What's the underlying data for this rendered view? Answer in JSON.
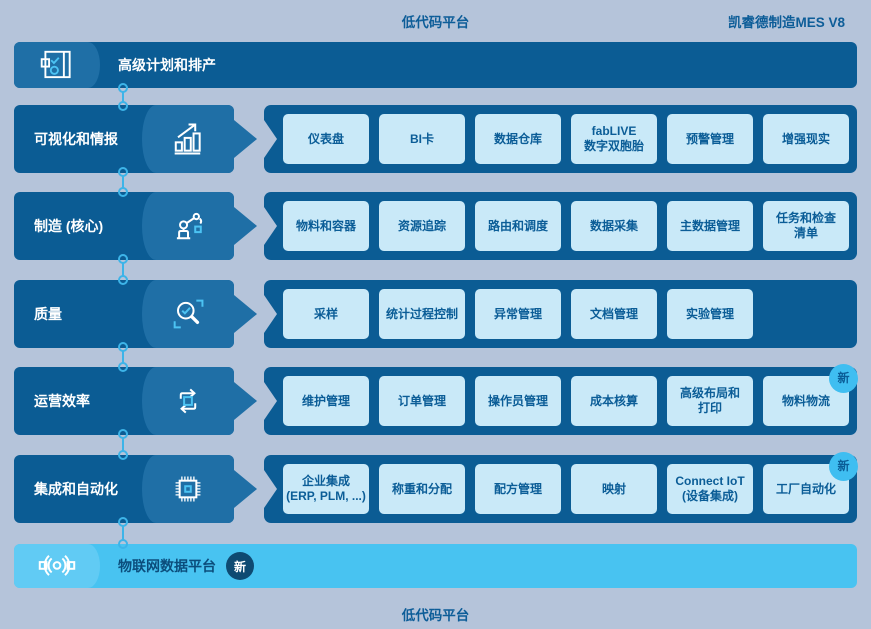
{
  "page": {
    "top_label": "低代码平台",
    "bottom_label": "低代码平台",
    "brand": "凯睿德制造MES V8"
  },
  "top_banner": {
    "title": "高级计划和排产",
    "icon": "planning-board-icon"
  },
  "bottom_banner": {
    "title": "物联网数据平台",
    "badge": "新",
    "icon": "iot-sensor-icon"
  },
  "rows": [
    {
      "label": "可视化和情报",
      "icon": "bar-chart-growth-icon",
      "buttons": [
        {
          "label": "仪表盘"
        },
        {
          "label": "BI卡"
        },
        {
          "label": "数据仓库"
        },
        {
          "label": "fabLIVE\n数字双胞胎"
        },
        {
          "label": "预警管理"
        },
        {
          "label": "增强现实"
        }
      ]
    },
    {
      "label": "制造 (核心)",
      "icon": "robot-arm-icon",
      "buttons": [
        {
          "label": "物料和容器"
        },
        {
          "label": "资源追踪"
        },
        {
          "label": "路由和调度"
        },
        {
          "label": "数据采集"
        },
        {
          "label": "主数据管理"
        },
        {
          "label": "任务和检查\n清单"
        }
      ]
    },
    {
      "label": "质量",
      "icon": "magnifier-check-icon",
      "buttons": [
        {
          "label": "采样"
        },
        {
          "label": "统计过程控制"
        },
        {
          "label": "异常管理"
        },
        {
          "label": "文档管理"
        },
        {
          "label": "实验管理"
        }
      ]
    },
    {
      "label": "运营效率",
      "icon": "cycle-arrows-icon",
      "buttons": [
        {
          "label": "维护管理"
        },
        {
          "label": "订单管理"
        },
        {
          "label": "操作员管理"
        },
        {
          "label": "成本核算"
        },
        {
          "label": "高级布局和\n打印"
        },
        {
          "label": "物料物流",
          "badge": "新"
        }
      ]
    },
    {
      "label": "集成和自动化",
      "icon": "chip-icon",
      "buttons": [
        {
          "label": "企业集成\n(ERP, PLM, ...)"
        },
        {
          "label": "称重和分配"
        },
        {
          "label": "配方管理"
        },
        {
          "label": "映射"
        },
        {
          "label": "Connect IoT\n(设备集成)"
        },
        {
          "label": "工厂自动化",
          "badge": "新"
        }
      ]
    }
  ],
  "colors": {
    "background": "#b5c4da",
    "dark_blue": "#0b5c94",
    "segment_blue": "#1f6fa6",
    "button_fill": "#c9e9f8",
    "text_blue": "#0b5d97",
    "bottom_banner": "#48c3f1",
    "navy_badge": "#0e4a72",
    "cyan_badge": "#3fbef1",
    "connector_cyan": "#3db4e8",
    "icon_accent_cyan": "#4cc3f3"
  }
}
